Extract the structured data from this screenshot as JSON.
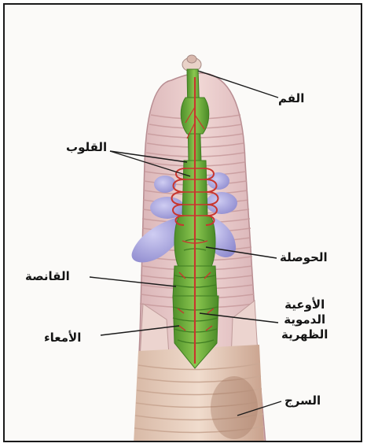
{
  "labels": {
    "mouth": "الفم",
    "hearts": "القلوب",
    "crop": "الحوصلة",
    "gizzard": "القانصة",
    "vessels_line1": "الأوعية",
    "vessels_line2": "الدموية",
    "vessels_line3": "الظهرية",
    "intestine": "الأمعاء",
    "clitellum": "السرج"
  },
  "colors": {
    "body_pink": "#e9c9c8",
    "segment_line": "#c79a9c",
    "gut_green": "#6fae3c",
    "gut_dark": "#3f7d22",
    "vessel_red": "#c8362e",
    "organ_blue": "#a9a6de",
    "clitellum": "#e6cbb8"
  }
}
